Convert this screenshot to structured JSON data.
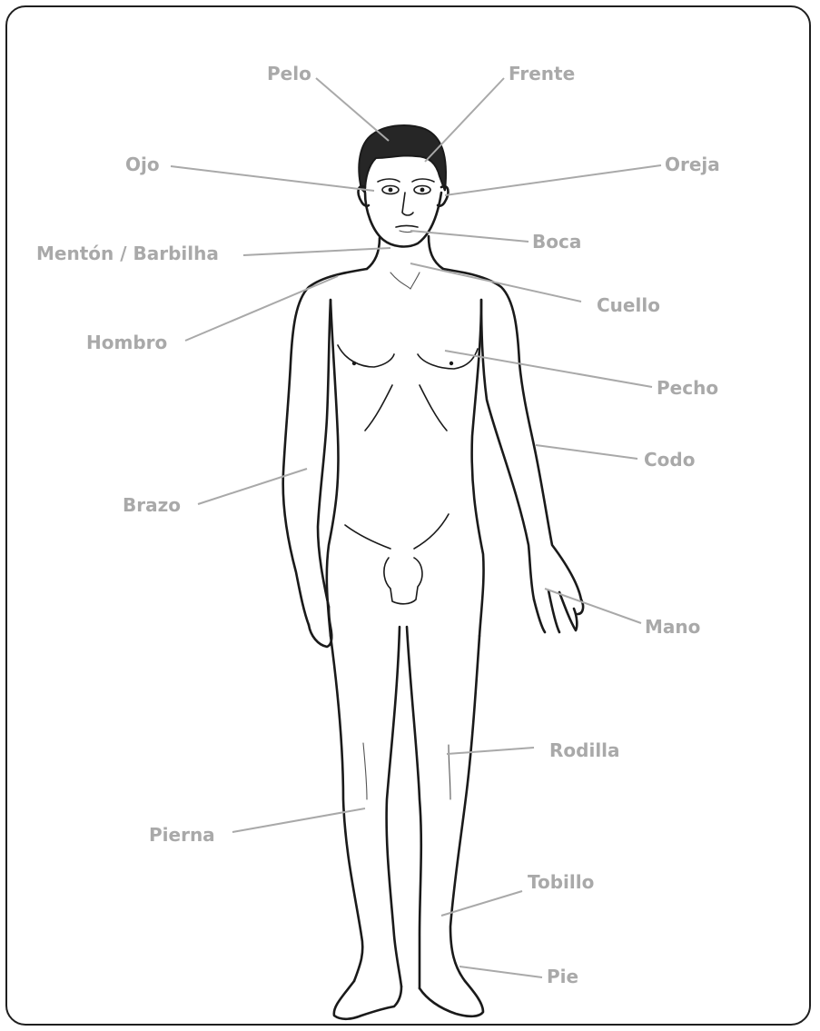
{
  "labels": {
    "pelo": "Pelo",
    "frente": "Frente",
    "ojo": "Ojo",
    "oreja": "Oreja",
    "boca": "Boca",
    "menton": "Mentón / Barbilha",
    "cuello": "Cuello",
    "hombro": "Hombro",
    "pecho": "Pecho",
    "codo": "Codo",
    "brazo": "Brazo",
    "mano": "Mano",
    "rodilla": "Rodilla",
    "pierna": "Pierna",
    "tobillo": "Tobillo",
    "pie": "Pie"
  },
  "colors": {
    "label": "#a9a9a9",
    "outline": "#1a1a1a",
    "hair": "#262626",
    "frame": "#1f1f1f"
  }
}
